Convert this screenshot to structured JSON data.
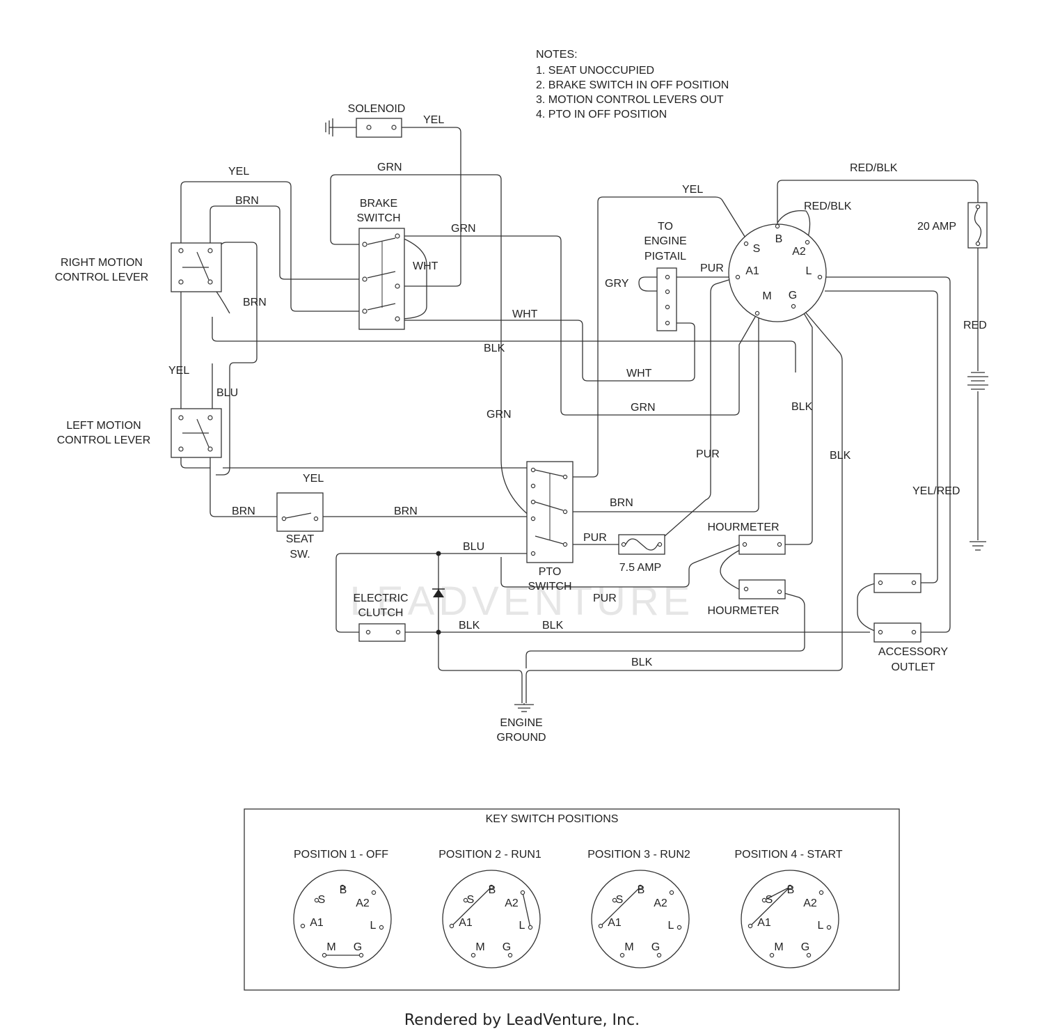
{
  "notes": {
    "heading": "NOTES:",
    "items": [
      "1.  SEAT UNOCCUPIED",
      "2.  BRAKE SWITCH IN OFF POSITION",
      "3.  MOTION CONTROL LEVERS OUT",
      "4.  PTO IN OFF POSITION"
    ]
  },
  "components": {
    "solenoid": "SOLENOID",
    "brake_switch": [
      "BRAKE",
      "SWITCH"
    ],
    "right_lever": [
      "RIGHT MOTION",
      "CONTROL LEVER"
    ],
    "left_lever": [
      "LEFT MOTION",
      "CONTROL LEVER"
    ],
    "engine_pigtail": [
      "TO",
      "ENGINE",
      "PIGTAIL"
    ],
    "seat_switch": [
      "SEAT",
      "SW."
    ],
    "pto_switch": [
      "PTO",
      "SWITCH"
    ],
    "fuse_small": "7.5 AMP",
    "fuse_main": "20 AMP",
    "hourmeter_top": "HOURMETER",
    "hourmeter_bottom": "HOURMETER",
    "electric_clutch": [
      "ELECTRIC",
      "CLUTCH"
    ],
    "accessory_outlet": [
      "ACCESSORY",
      "OUTLET"
    ],
    "engine_ground": [
      "ENGINE",
      "GROUND"
    ]
  },
  "ignition_terminals": [
    "S",
    "B",
    "A2",
    "A1",
    "L",
    "M",
    "G"
  ],
  "wires": {
    "yel_solenoid": "YEL",
    "grn_top": "GRN",
    "yel_top": "YEL",
    "brn_top": "BRN",
    "brn_right": "BRN",
    "grn_brake": "GRN",
    "wht_brake": "WHT",
    "wht_mid": "WHT",
    "blk_main": "BLK",
    "wht_low": "WHT",
    "grn_low": "GRN",
    "yel_left": "YEL",
    "blu": "BLU",
    "grn_vert": "GRN",
    "yel_lower": "YEL",
    "brn_seat": "BRN",
    "brn_seat2": "BRN",
    "brn_pto": "BRN",
    "pur_fuse": "PUR",
    "pur_vert": "PUR",
    "pur_low": "PUR",
    "pur_a1": "PUR",
    "gry": "GRY",
    "yel_key": "YEL",
    "red_blk_top": "RED/BLK",
    "red_blk_b": "RED/BLK",
    "red": "RED",
    "blk_g": "BLK",
    "blk_right": "BLK",
    "yel_red": "YEL/RED",
    "blu_clutch": "BLU",
    "blk_clutch1": "BLK",
    "blk_clutch2": "BLK",
    "blk_ground": "BLK"
  },
  "key_positions": {
    "title": "KEY SWITCH POSITIONS",
    "positions": [
      {
        "label": "POSITION 1 - OFF"
      },
      {
        "label": "POSITION 2 - RUN1"
      },
      {
        "label": "POSITION 3 - RUN2"
      },
      {
        "label": "POSITION 4 - START"
      }
    ]
  },
  "watermark": "LEADVENTURE",
  "credit": "Rendered by LeadVenture, Inc."
}
